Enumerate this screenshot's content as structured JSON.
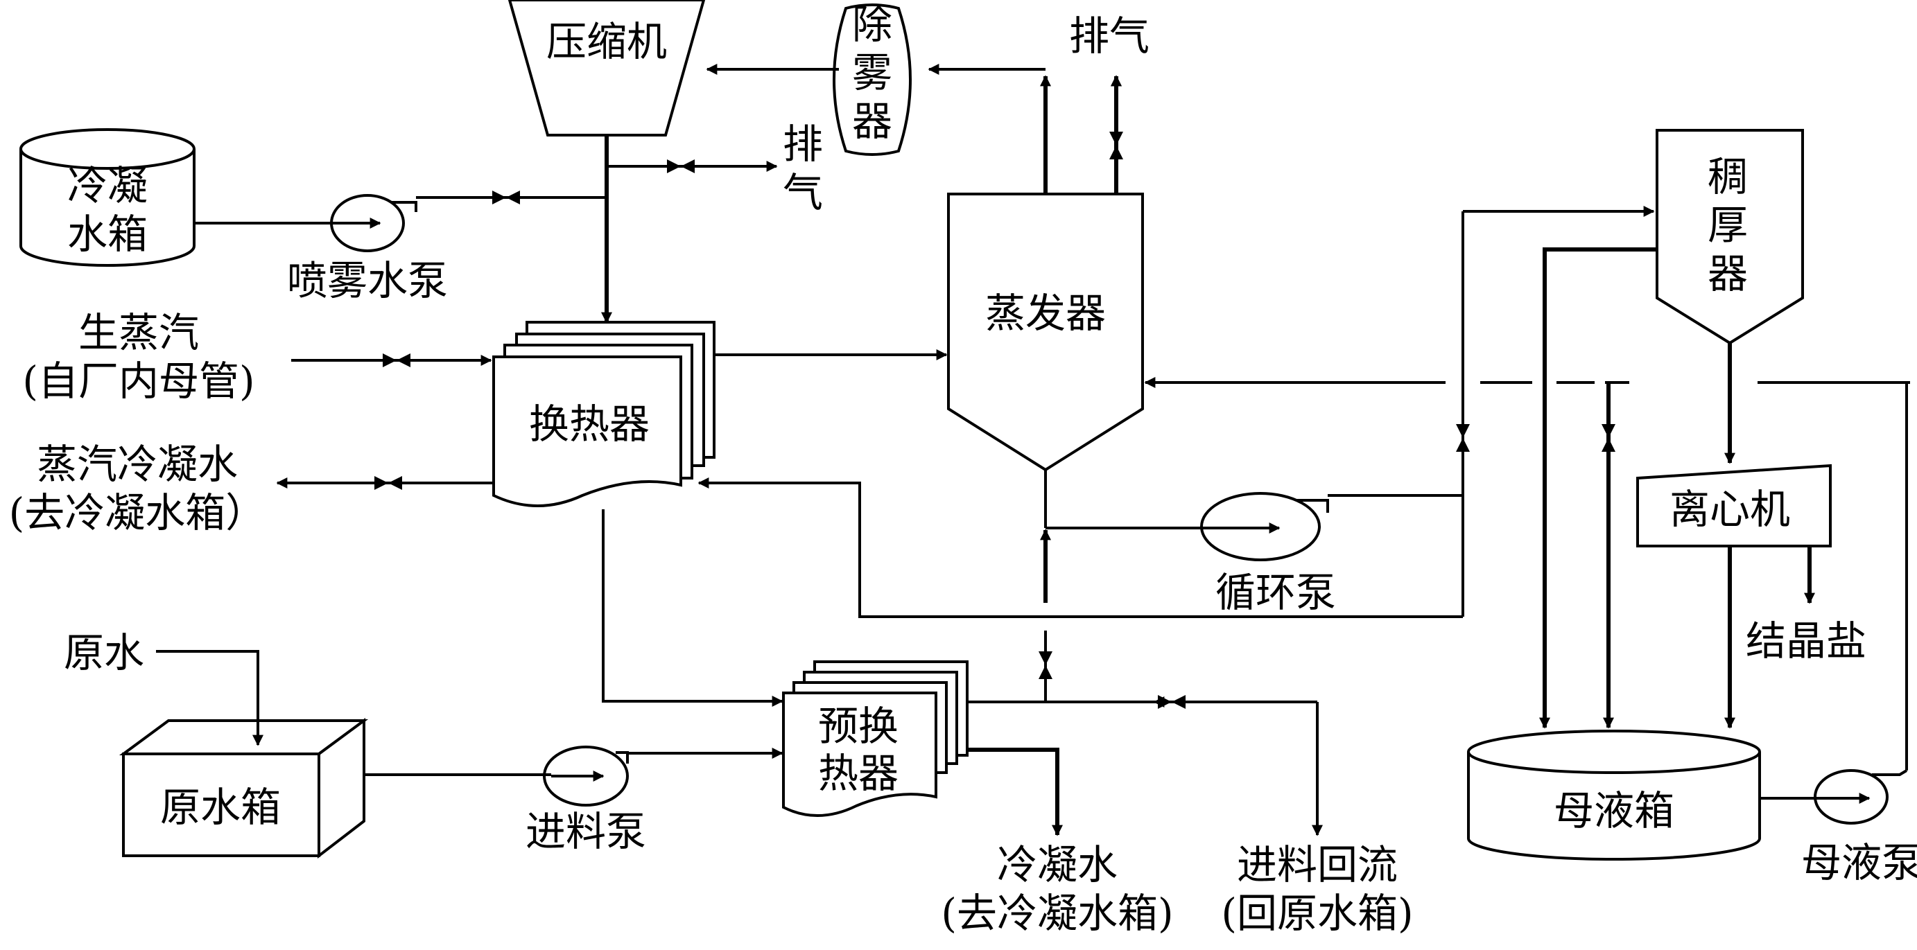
{
  "equipment": {
    "compressor": "压缩机",
    "demister": [
      "除",
      "雾",
      "器"
    ],
    "cond_tank": [
      "冷凝",
      "水箱"
    ],
    "spray_pump": "喷雾水泵",
    "exhaust_top": "排气",
    "exhaust_mid": [
      "排",
      "气"
    ],
    "evaporator": "蒸发器",
    "thickener": [
      "稠",
      "厚",
      "器"
    ],
    "live_steam": [
      "生蒸汽",
      "(自厂内母管)"
    ],
    "heat_exchanger": "换热器",
    "steam_condensate": [
      "蒸汽冷凝水",
      "(去冷凝水箱）"
    ],
    "circ_pump": "循环泵",
    "centrifuge": "离心机",
    "crystal_salt": "结晶盐",
    "raw_water": "原水",
    "raw_tank": "原水箱",
    "feed_pump": "进料泵",
    "pre_hx": [
      "预换",
      "热器"
    ],
    "condensate_out": [
      "冷凝水",
      "(去冷凝水箱)"
    ],
    "feed_return": [
      "进料回流",
      "(回原水箱)"
    ],
    "mother_tank": "母液箱",
    "mother_pump": "母液泵"
  }
}
